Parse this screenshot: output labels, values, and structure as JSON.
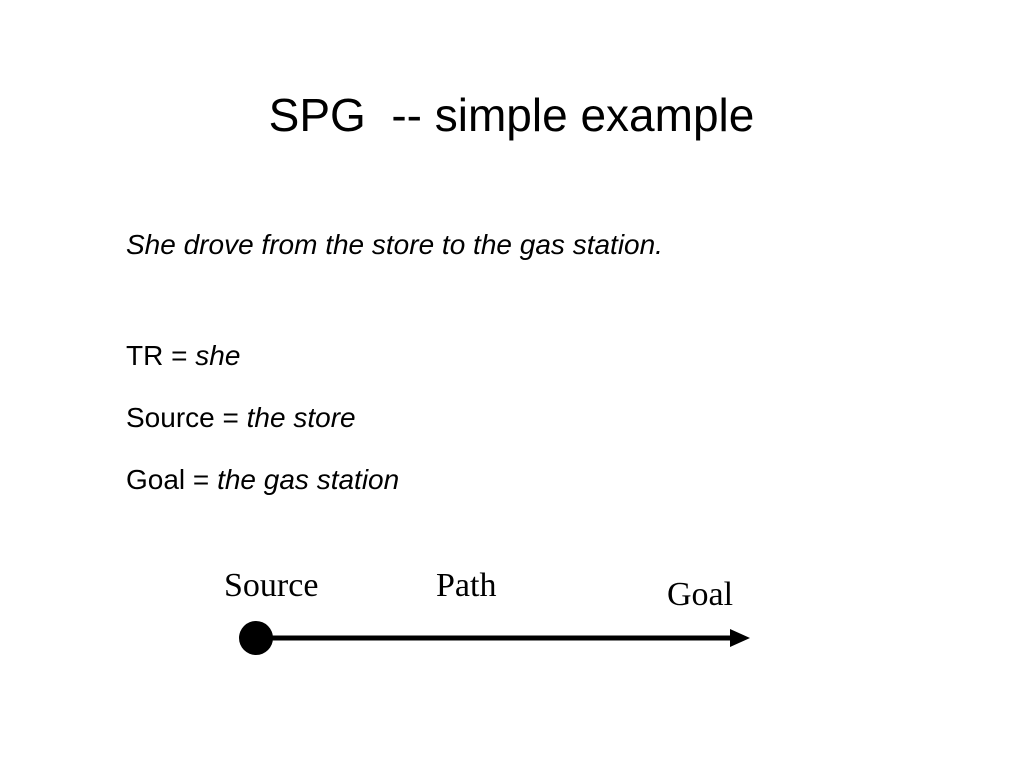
{
  "slide": {
    "title": "SPG  -- simple example",
    "sentence": "She drove from the store to the gas station.",
    "definitions": {
      "tr": {
        "term": "TR",
        "eq": " = ",
        "value": "she"
      },
      "source": {
        "term": "Source",
        "eq": " = ",
        "value": "the store"
      },
      "goal": {
        "term": "Goal",
        "eq": " = ",
        "value": "the gas station"
      }
    }
  },
  "diagram": {
    "source_label": "Source",
    "path_label": "Path",
    "goal_label": "Goal",
    "line_color": "#000000"
  }
}
